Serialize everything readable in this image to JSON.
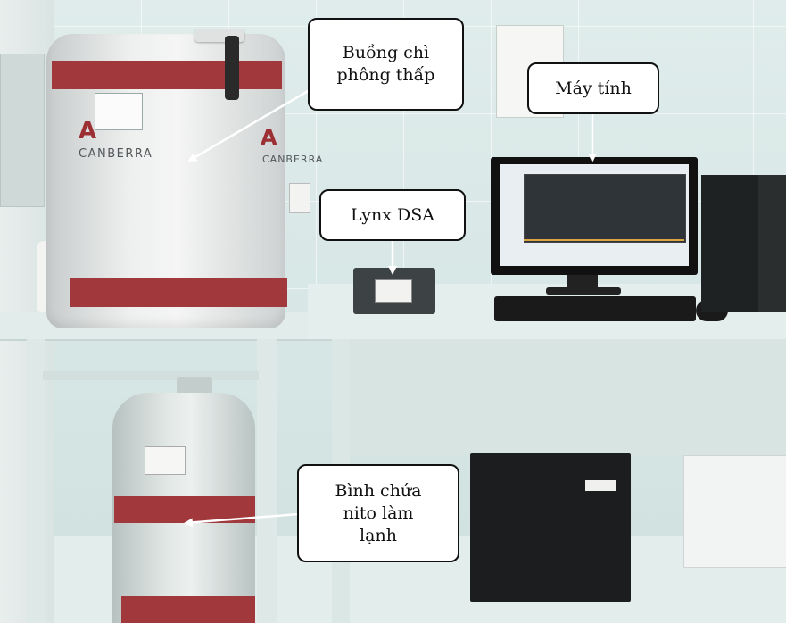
{
  "labels": {
    "shield": "Buồng chì\nphông thấp",
    "computer": "Máy tính",
    "lynx": "Lynx DSA",
    "dewar": "Bình chứa\nnito làm\nlạnh"
  },
  "shield_brand": {
    "logo": "A",
    "name": "CANBERRA"
  },
  "colors": {
    "band_red": "#a1383c",
    "wall": "#dfeceb",
    "callout_bg": "#ffffff",
    "arrow": "#ffffff"
  }
}
